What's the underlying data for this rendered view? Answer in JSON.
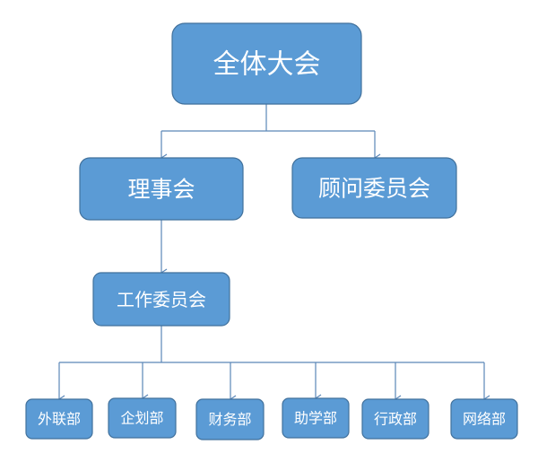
{
  "org_chart": {
    "root": {
      "label": "全体大会"
    },
    "council": {
      "label": "理事会"
    },
    "advisory": {
      "label": "顾问委员会"
    },
    "working": {
      "label": "工作委员会"
    },
    "departments": [
      {
        "label": "外联部"
      },
      {
        "label": "企划部"
      },
      {
        "label": "财务部"
      },
      {
        "label": "助学部"
      },
      {
        "label": "行政部"
      },
      {
        "label": "网络部"
      }
    ]
  },
  "colors": {
    "box_fill": "#5b9bd5",
    "box_border": "#41719c",
    "connector": "#5b87b7",
    "text": "#ffffff"
  }
}
